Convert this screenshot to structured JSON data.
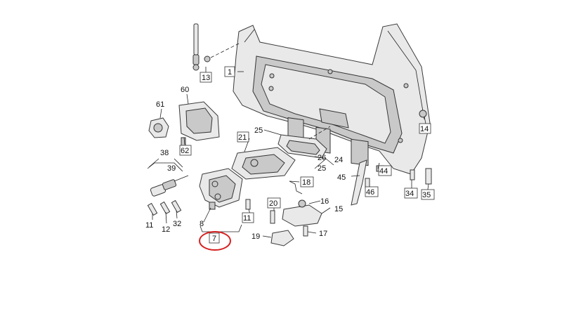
{
  "colors": {
    "highlight_circle": "#d61f1f",
    "line": "#222222",
    "part_fill": "#e9e9e9",
    "part_shade": "#c9c9c9"
  },
  "labels": {
    "n1": "1",
    "n7": "7",
    "n8": "8",
    "n11a": "11",
    "n11b": "11",
    "n12": "12",
    "n13": "13",
    "n14": "14",
    "n15": "15",
    "n16": "16",
    "n17": "17",
    "n18": "18",
    "n19": "19",
    "n20": "20",
    "n21": "21",
    "n24": "24",
    "n25a": "25",
    "n25b": "25",
    "n26": "26",
    "n32": "32",
    "n34": "34",
    "n35": "35",
    "n38": "38",
    "n39": "39",
    "n44": "44",
    "n45": "45",
    "n46": "46",
    "n60": "60",
    "n61": "61",
    "n62": "62"
  },
  "highlight": {
    "target": "7"
  }
}
